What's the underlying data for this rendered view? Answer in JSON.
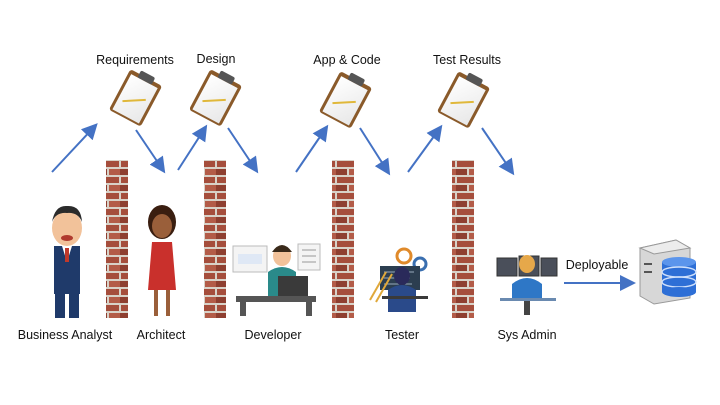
{
  "document_labels": {
    "requirements": "Requirements",
    "design": "Design",
    "app_code": "App & Code",
    "test_results": "Test Results"
  },
  "roles": {
    "business_analyst": "Business Analyst",
    "architect": "Architect",
    "developer": "Developer",
    "tester": "Tester",
    "sys_admin": "Sys Admin"
  },
  "output_label": "Deployable",
  "colors": {
    "arrow": "#4472C4",
    "brick": "#9a4a3a",
    "mortar": "#d8d2c8",
    "clipboard": "#8a5a2a",
    "database": "#2e6fd6"
  }
}
